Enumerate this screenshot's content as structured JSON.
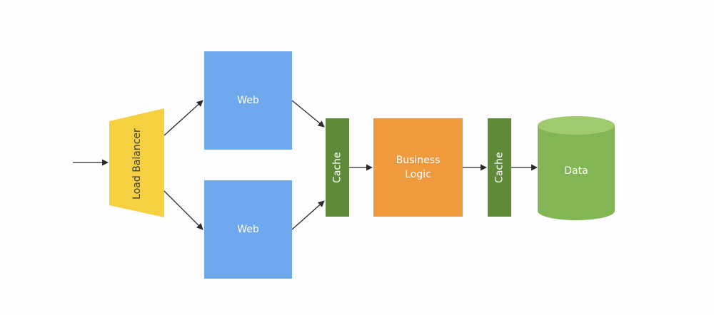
{
  "diagram": {
    "load_balancer": {
      "label": "Load Balancer",
      "color": "#f5d142"
    },
    "web_servers": [
      {
        "label": "Web",
        "color": "#6fa8ec"
      },
      {
        "label": "Web",
        "color": "#6fa8ec"
      }
    ],
    "caches": [
      {
        "label": "Cache",
        "color": "#5e8a3a"
      },
      {
        "label": "Cache",
        "color": "#5e8a3a"
      }
    ],
    "business_logic": {
      "label": "Business\nLogic",
      "color": "#f09a3e"
    },
    "data_store": {
      "label": "Data",
      "shape": "cylinder",
      "color": "#82b553"
    },
    "edges": [
      {
        "from": "input",
        "to": "load_balancer"
      },
      {
        "from": "load_balancer",
        "to": "web_top"
      },
      {
        "from": "load_balancer",
        "to": "web_bottom"
      },
      {
        "from": "web_top",
        "to": "cache_1"
      },
      {
        "from": "web_bottom",
        "to": "cache_1"
      },
      {
        "from": "cache_1",
        "to": "business_logic"
      },
      {
        "from": "business_logic",
        "to": "cache_2"
      },
      {
        "from": "cache_2",
        "to": "data"
      }
    ]
  }
}
